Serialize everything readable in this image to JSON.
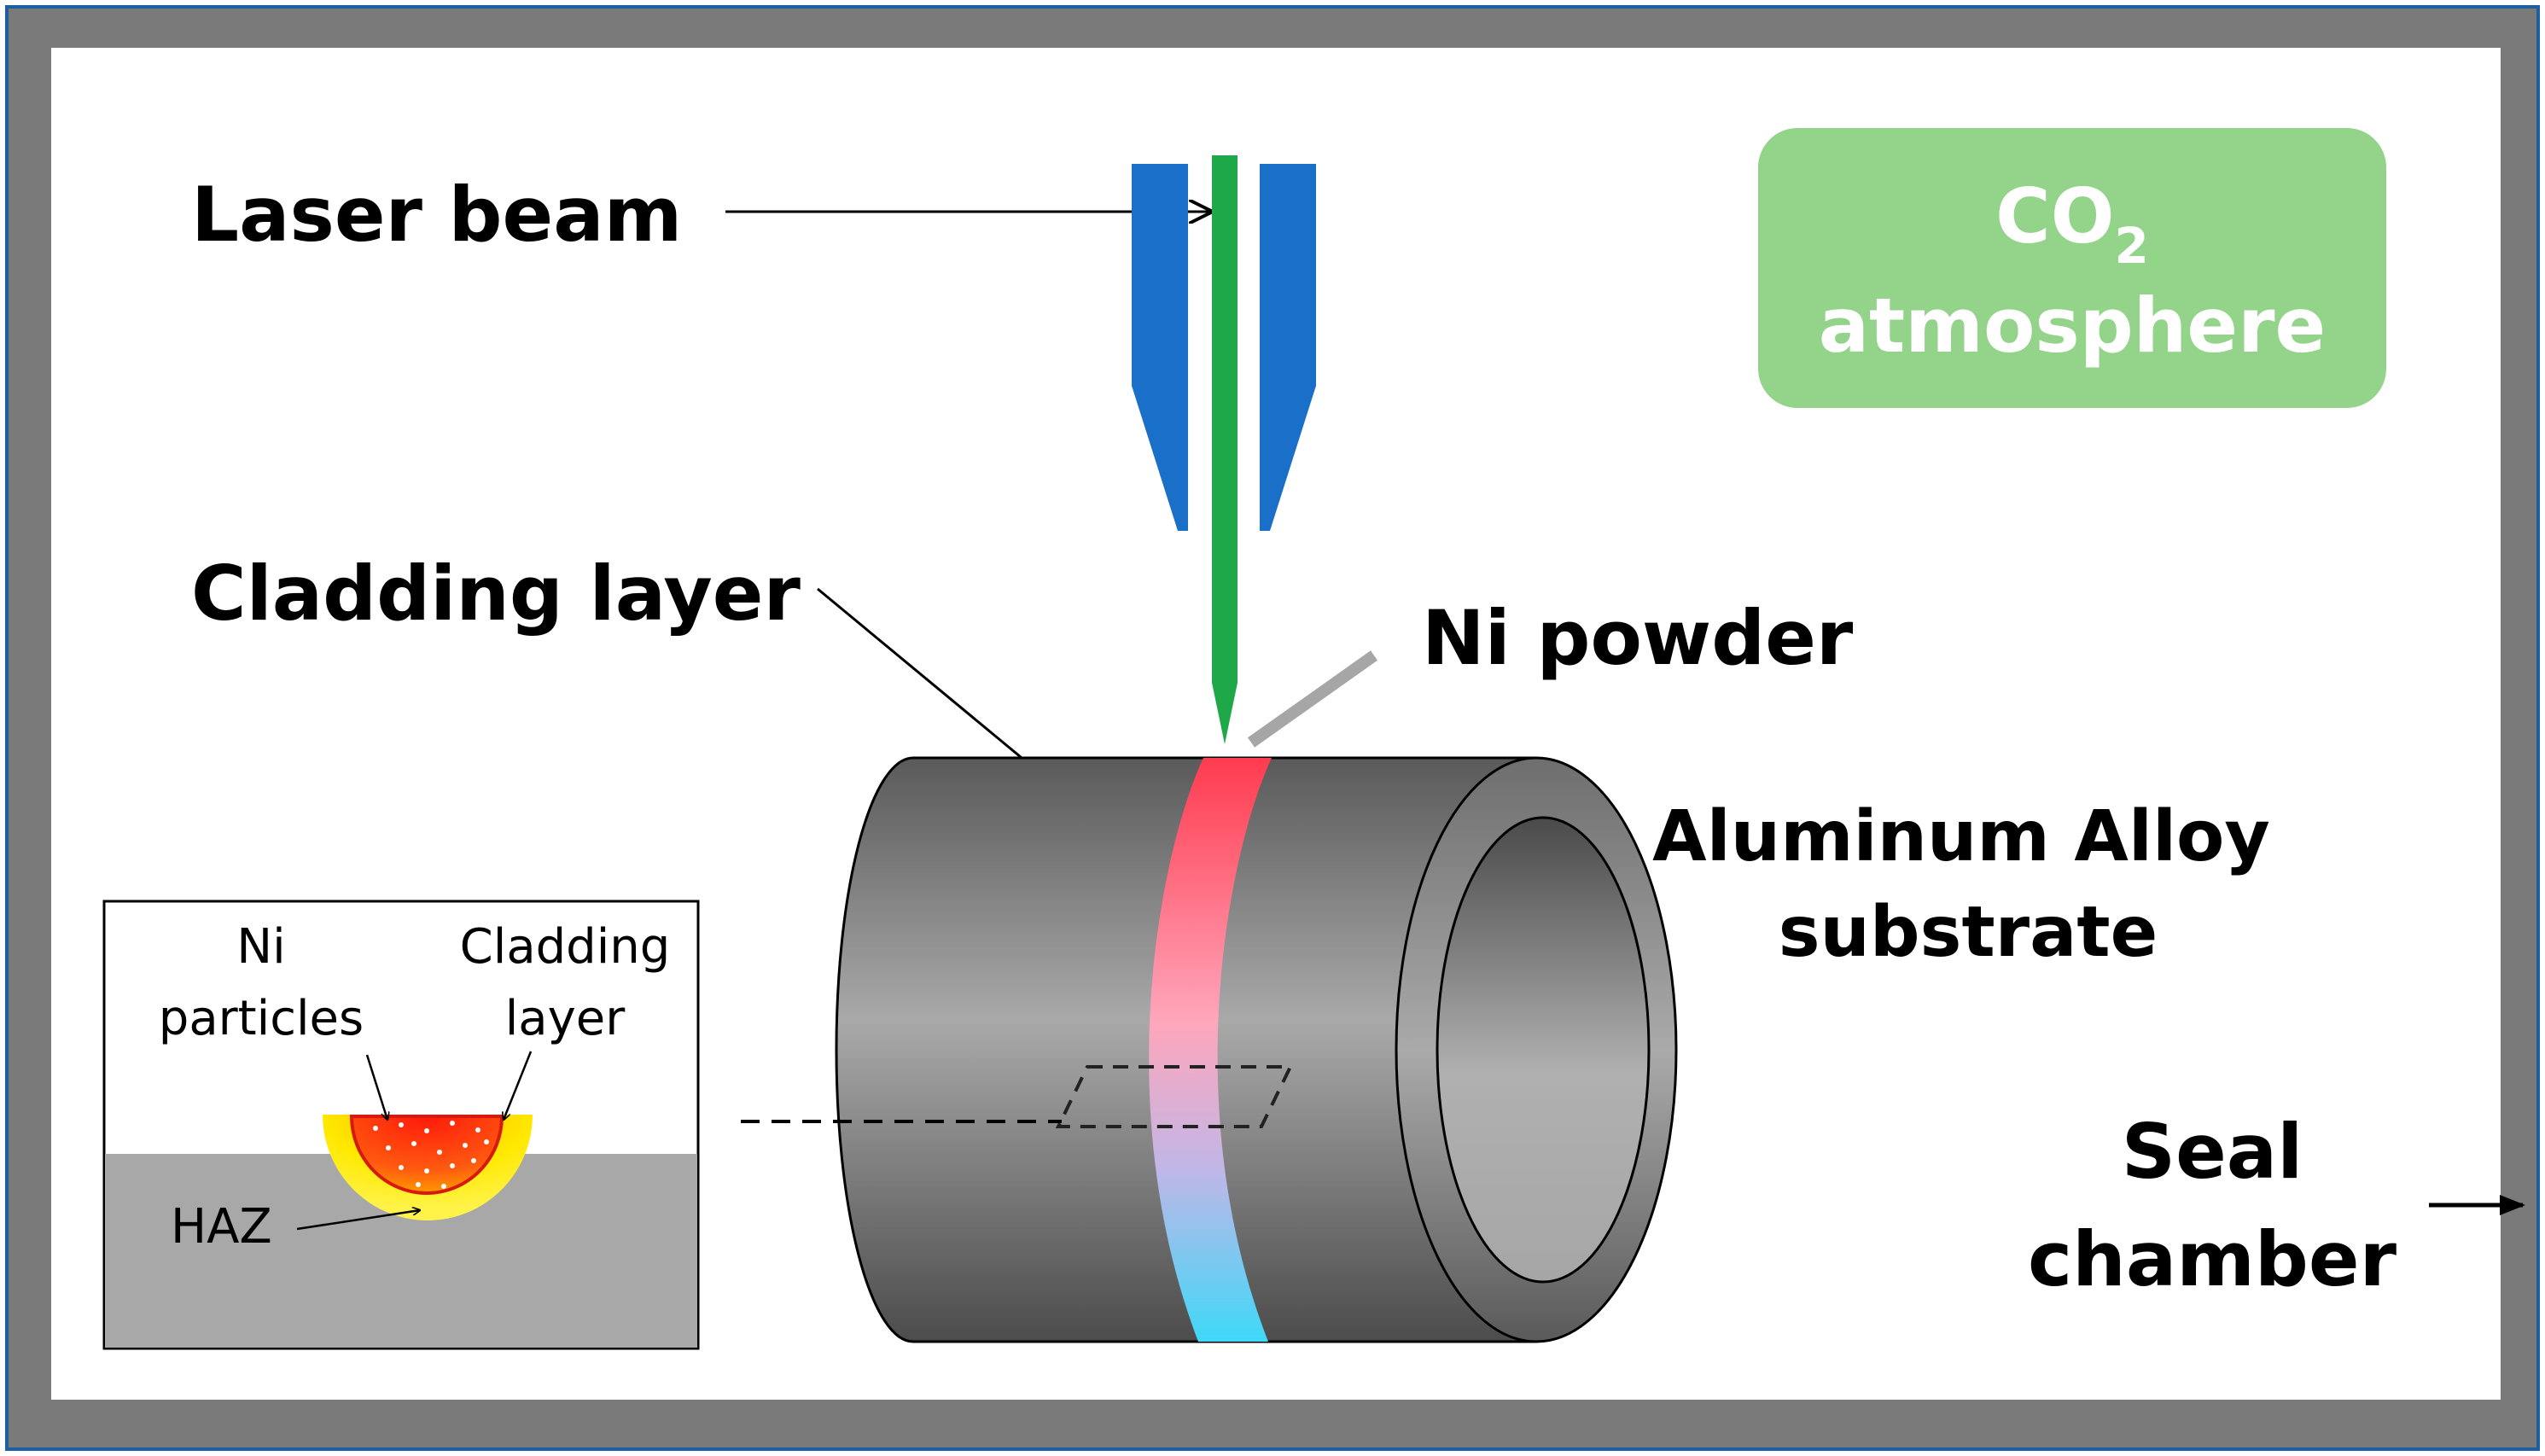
{
  "labels": {
    "laser_beam": "Laser beam",
    "co2_main": "CO",
    "co2_sub": "2",
    "atmosphere": "atmosphere",
    "cladding_layer": "Cladding layer",
    "ni_powder": "Ni powder",
    "substrate_line1": "Aluminum Alloy",
    "substrate_line2": "substrate",
    "seal_line1": "Seal",
    "seal_line2": "chamber"
  },
  "inset": {
    "ni_particles_line1": "Ni",
    "ni_particles_line2": "particles",
    "cladding_line1": "Cladding",
    "cladding_line2": "layer",
    "haz": "HAZ"
  },
  "colors": {
    "frame": "#7a7a7a",
    "frame_outline": "#1f5fa0",
    "nozzle": "#1a6fc9",
    "beam": "#1fa84a",
    "co2_box": "#93d38a",
    "band_top": "#ff3b4f",
    "band_bottom": "#3fd8f8",
    "pipe_dark": "#4f4f4f",
    "pipe_light": "#a8a8a8",
    "haz": "#ffe800",
    "melt": "#ff2a10"
  }
}
